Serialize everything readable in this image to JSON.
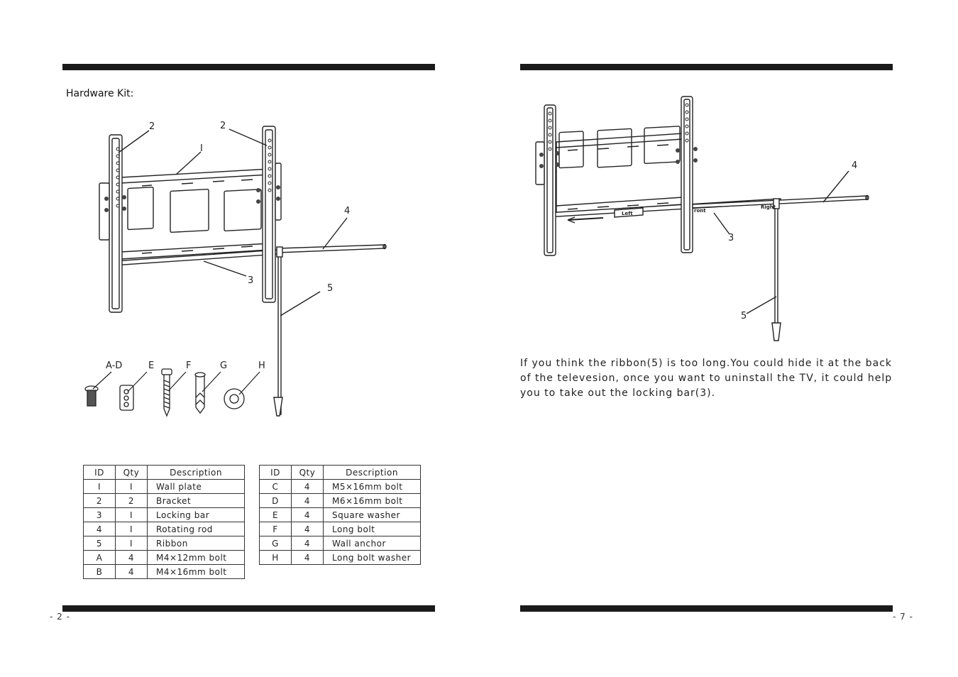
{
  "left_page": {
    "heading": "Hardware Kit:",
    "page_number": "- 2 -",
    "diagram_labels": {
      "wall_plate": "I",
      "bracket_left": "2",
      "bracket_right": "2",
      "locking_bar": "3",
      "rotating_rod": "4",
      "ribbon": "5"
    },
    "hardware_labels": {
      "a_d": "A-D",
      "e": "E",
      "f": "F",
      "g": "G",
      "h": "H"
    },
    "table_headers": [
      "ID",
      "Qty",
      "Description"
    ],
    "table1": [
      {
        "id": "I",
        "qty": "I",
        "desc": "Wall plate"
      },
      {
        "id": "2",
        "qty": "2",
        "desc": "Bracket"
      },
      {
        "id": "3",
        "qty": "I",
        "desc": "Locking bar"
      },
      {
        "id": "4",
        "qty": "I",
        "desc": "Rotating rod"
      },
      {
        "id": "5",
        "qty": "I",
        "desc": "Ribbon"
      },
      {
        "id": "A",
        "qty": "4",
        "desc": "M4×12mm bolt"
      },
      {
        "id": "B",
        "qty": "4",
        "desc": "M4×16mm bolt"
      }
    ],
    "table2": [
      {
        "id": "C",
        "qty": "4",
        "desc": "M5×16mm bolt"
      },
      {
        "id": "D",
        "qty": "4",
        "desc": "M6×16mm bolt"
      },
      {
        "id": "E",
        "qty": "4",
        "desc": "Square washer"
      },
      {
        "id": "F",
        "qty": "4",
        "desc": "Long bolt"
      },
      {
        "id": "G",
        "qty": "4",
        "desc": "Wall anchor"
      },
      {
        "id": "H",
        "qty": "4",
        "desc": "Long bolt washer"
      }
    ]
  },
  "right_page": {
    "page_number": "- 7 -",
    "diagram_labels": {
      "rotating_rod": "4",
      "locking_bar": "3",
      "ribbon": "5",
      "right_marking": "Right",
      "front_marking": "ront",
      "left_marking": "Left"
    },
    "note": "If you think the ribbon(5) is too long.You could hide it at the back of the televesion, once you want to uninstall the TV, it could help you to take out the locking bar(3)."
  }
}
